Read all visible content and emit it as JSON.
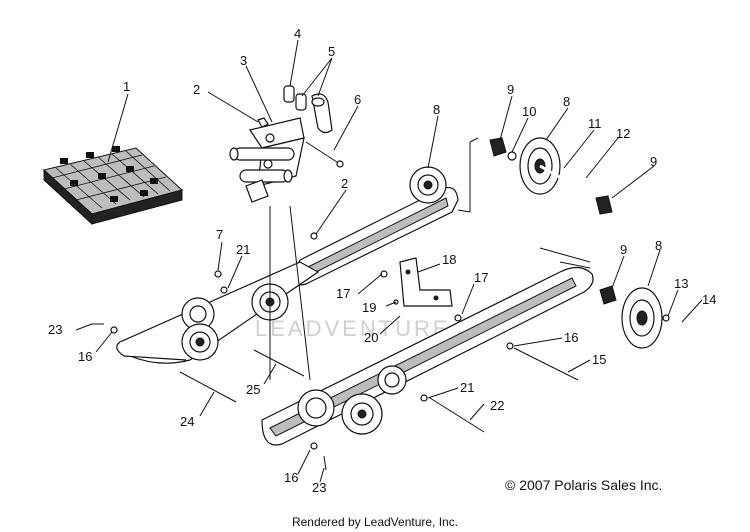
{
  "diagram": {
    "copyright": "© 2007 Polaris Sales Inc.",
    "rendered_by": "Rendered by LeadVenture, Inc.",
    "watermark": "LEADVENTURE",
    "callouts": [
      {
        "id": "c1",
        "label": "1"
      },
      {
        "id": "c2a",
        "label": "2"
      },
      {
        "id": "c2b",
        "label": "2"
      },
      {
        "id": "c3",
        "label": "3"
      },
      {
        "id": "c4",
        "label": "4"
      },
      {
        "id": "c5",
        "label": "5"
      },
      {
        "id": "c6",
        "label": "6"
      },
      {
        "id": "c7",
        "label": "7"
      },
      {
        "id": "c8a",
        "label": "8"
      },
      {
        "id": "c8b",
        "label": "8"
      },
      {
        "id": "c8c",
        "label": "8"
      },
      {
        "id": "c9a",
        "label": "9"
      },
      {
        "id": "c9b",
        "label": "9"
      },
      {
        "id": "c9c",
        "label": "9"
      },
      {
        "id": "c10",
        "label": "10"
      },
      {
        "id": "c11",
        "label": "11"
      },
      {
        "id": "c12",
        "label": "12"
      },
      {
        "id": "c13",
        "label": "13"
      },
      {
        "id": "c14",
        "label": "14"
      },
      {
        "id": "c15",
        "label": "15"
      },
      {
        "id": "c16a",
        "label": "16"
      },
      {
        "id": "c16b",
        "label": "16"
      },
      {
        "id": "c16c",
        "label": "16"
      },
      {
        "id": "c17a",
        "label": "17"
      },
      {
        "id": "c17b",
        "label": "17"
      },
      {
        "id": "c18",
        "label": "18"
      },
      {
        "id": "c19",
        "label": "19"
      },
      {
        "id": "c20",
        "label": "20"
      },
      {
        "id": "c21a",
        "label": "21"
      },
      {
        "id": "c21b",
        "label": "21"
      },
      {
        "id": "c22",
        "label": "22"
      },
      {
        "id": "c23a",
        "label": "23"
      },
      {
        "id": "c23b",
        "label": "23"
      },
      {
        "id": "c24",
        "label": "24"
      },
      {
        "id": "c25",
        "label": "25"
      }
    ]
  }
}
